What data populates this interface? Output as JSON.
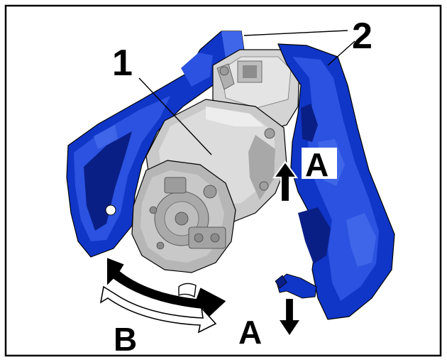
{
  "labels": {
    "part_1": "1",
    "part_2": "2",
    "arrow_a_upper": "A",
    "arrow_a_lower": "A",
    "arrow_b": "B"
  },
  "colors": {
    "shield_blue": "#1036c8",
    "shield_dark": "#0a1f86",
    "shield_light": "#3f66e8",
    "compressor_grey": "#c9c9c9",
    "compressor_dark": "#8c8c8c",
    "compressor_light": "#e4e4e4",
    "outline": "#000000",
    "background": "#ffffff"
  },
  "icons": [
    "arrow-up-icon",
    "arrow-down-icon",
    "rotation-arrow-icon"
  ]
}
